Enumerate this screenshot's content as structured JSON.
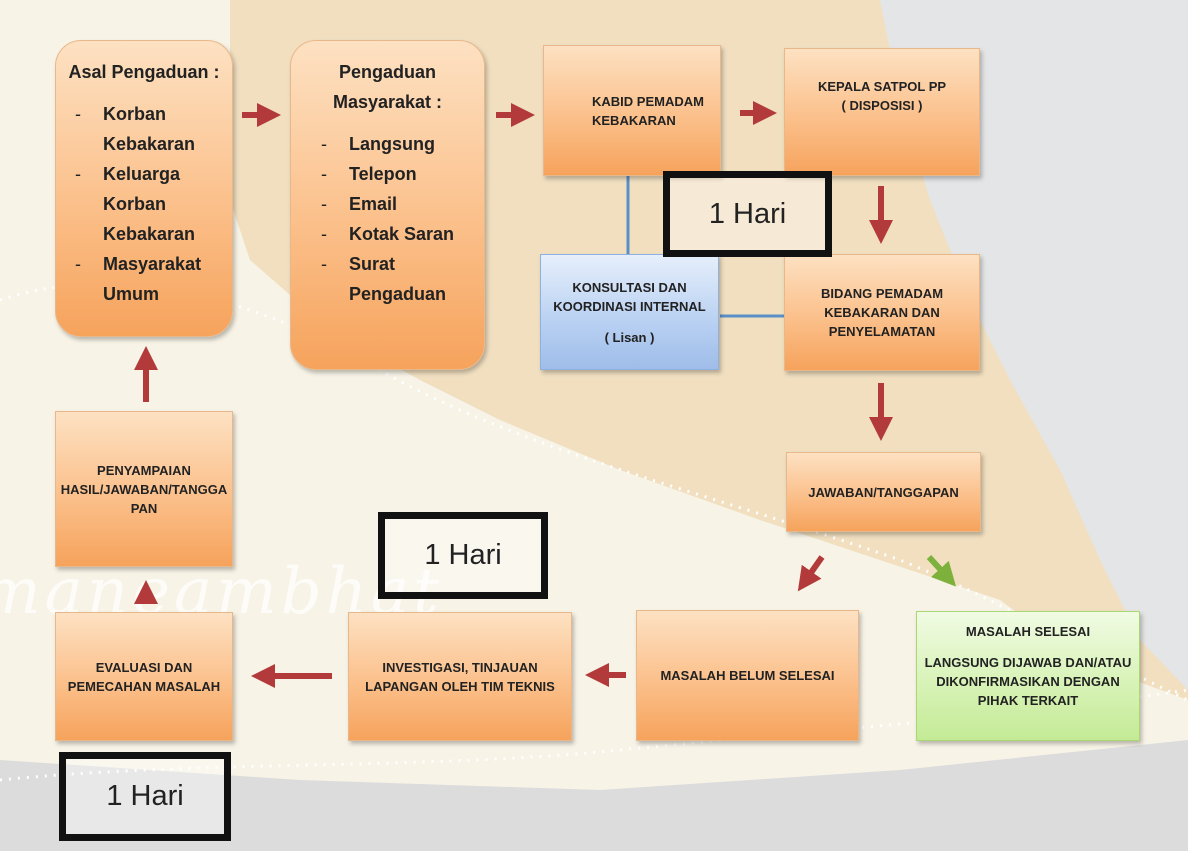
{
  "watermark": "maneambhat",
  "nodes": {
    "asal": {
      "title": "Asal Pengaduan :",
      "items": [
        "Korban Kebakaran",
        "Keluarga Korban Kebakaran",
        "Masyarakat Umum"
      ]
    },
    "pengaduan": {
      "title_line1": "Pengaduan",
      "title_line2": "Masyarakat :",
      "items": [
        "Langsung",
        "Telepon",
        "Email",
        "Kotak Saran",
        "Surat Pengaduan"
      ]
    },
    "kabid": {
      "line1": "KABID PEMADAM",
      "line2": "KEBAKARAN"
    },
    "kepala": {
      "line1": "KEPALA SATPOL PP",
      "line2": "( DISPOSISI )"
    },
    "konsultasi": {
      "line1": "KONSULTASI DAN",
      "line2": "KOORDINASI INTERNAL",
      "line3": "( Lisan )"
    },
    "bidang": {
      "line1": "BIDANG PEMADAM",
      "line2": "KEBAKARAN DAN",
      "line3": "PENYELAMATAN"
    },
    "jawaban": {
      "line1": "JAWABAN/TANGGAPAN"
    },
    "selesai": {
      "line1": "MASALAH SELESAI",
      "line2": "LANGSUNG DIJAWAB DAN/ATAU",
      "line3": "DIKONFIRMASIKAN DENGAN",
      "line4": "PIHAK TERKAIT"
    },
    "belum": {
      "line1": "MASALAH BELUM SELESAI"
    },
    "investigasi": {
      "line1": "INVESTIGASI, TINJAUAN",
      "line2": "LAPANGAN OLEH TIM TEKNIS"
    },
    "evaluasi": {
      "line1": "EVALUASI DAN",
      "line2": "PEMECAHAN MASALAH"
    },
    "penyampaian": {
      "line1": "PENYAMPAIAN",
      "line2": "HASIL/JAWABAN/TANGGA",
      "line3": "PAN"
    }
  },
  "duration_labels": {
    "top": "1 Hari",
    "middle": "1 Hari",
    "bottom": "1 Hari"
  },
  "colors": {
    "arrow_red": "#b33a3a",
    "arrow_green": "#7db13c",
    "connector_blue": "#5b8fc7"
  }
}
